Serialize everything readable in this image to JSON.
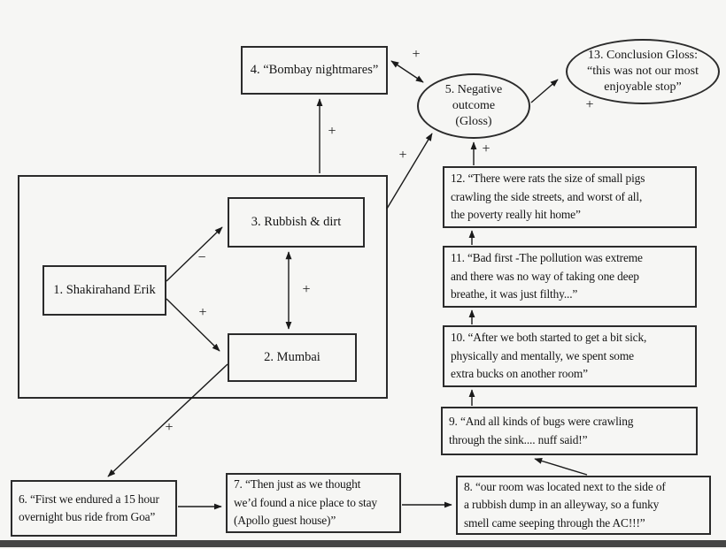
{
  "nodes": {
    "n1": {
      "label": "1. Shakirahand Erik"
    },
    "n2": {
      "label": "2. Mumbai"
    },
    "n3": {
      "label": "3. Rubbish  & dirt"
    },
    "n4": {
      "label": "4. “Bombay nightmares”"
    },
    "n5": {
      "lines": [
        "5. Negative",
        "outcome",
        "(Gloss)"
      ]
    },
    "n6": {
      "lines": [
        "6. “First we endured a 15 hour",
        "overnight bus ride from Goa”"
      ]
    },
    "n7": {
      "lines": [
        "7. “Then just as we thought",
        "we’d found a nice place to stay",
        "(Apollo guest house)”"
      ]
    },
    "n8": {
      "lines": [
        "8. “our room was located next to the side of",
        "a rubbish dump in an alleyway, so a funky",
        "smell came seeping through the AC!!!”"
      ]
    },
    "n9": {
      "lines": [
        "9. “And all kinds of bugs were crawling",
        "through the sink.... nuff said!”"
      ]
    },
    "n10": {
      "lines": [
        "10. “After we both started to get a bit sick,",
        "physically and mentally, we spent some",
        "extra bucks on another room”"
      ]
    },
    "n11": {
      "lines": [
        "11. “Bad first -The pollution was extreme",
        "and there was no way of taking one deep",
        "breathe, it was just filthy...”"
      ]
    },
    "n12": {
      "lines": [
        "12. “There were rats the size of small pigs",
        "crawling the side streets, and worst of all,",
        "the poverty really hit home”"
      ]
    },
    "n13": {
      "lines": [
        "13. Conclusion Gloss:",
        "“this was not our most",
        "enjoyable stop”"
      ]
    }
  },
  "edges": [
    {
      "from": "1",
      "to": "3",
      "sign": "−",
      "double": false
    },
    {
      "from": "1",
      "to": "2",
      "sign": "+",
      "double": false
    },
    {
      "from": "3",
      "to": "2",
      "sign": "+",
      "double": true
    },
    {
      "from": "group-1-2-3",
      "to": "4",
      "sign": "+",
      "double": false
    },
    {
      "from": "group-1-2-3",
      "to": "5",
      "sign": "+",
      "double": false
    },
    {
      "from": "4",
      "to": "5",
      "sign": "+",
      "double": true
    },
    {
      "from": "5",
      "to": "13",
      "sign": "+",
      "double": false
    },
    {
      "from": "12",
      "to": "5",
      "sign": "+",
      "double": false
    },
    {
      "from": "11",
      "to": "12",
      "sign": "",
      "double": false
    },
    {
      "from": "10",
      "to": "11",
      "sign": "",
      "double": false
    },
    {
      "from": "9",
      "to": "10",
      "sign": "",
      "double": false
    },
    {
      "from": "8",
      "to": "9",
      "sign": "",
      "double": false
    },
    {
      "from": "2",
      "to": "6",
      "sign": "+",
      "double": false
    },
    {
      "from": "6",
      "to": "7",
      "sign": "",
      "double": false
    },
    {
      "from": "7",
      "to": "8",
      "sign": "",
      "double": false
    }
  ],
  "colors": {
    "background": "#f6f6f4",
    "line": "#1a1a1a",
    "text": "#161616",
    "bottom_bar": "#454545"
  }
}
